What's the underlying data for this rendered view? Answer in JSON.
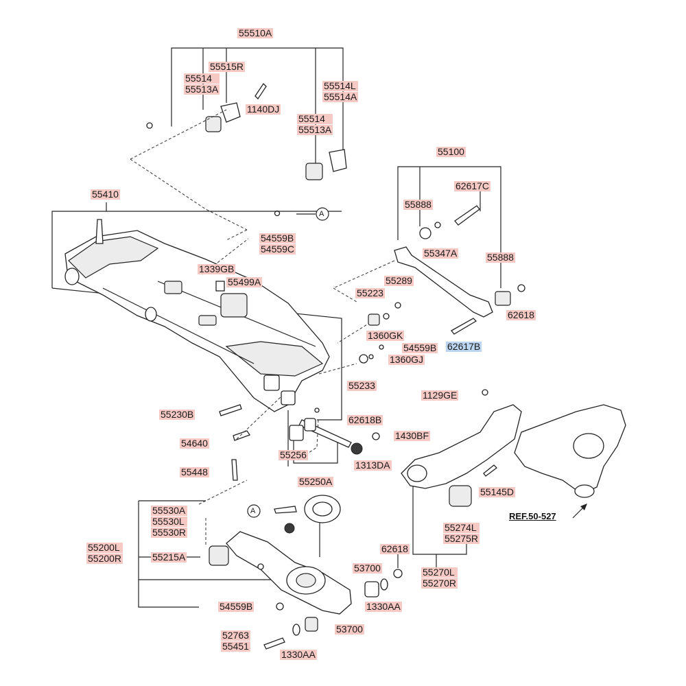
{
  "diagram": {
    "labels": {
      "p55510A": "55510A",
      "p55515R": "55515R",
      "p55514a": "55514",
      "p55513Aa": "55513A",
      "p1140DJ": "1140DJ",
      "p55514L": "55514L",
      "p55514A": "55514A",
      "p55514b": "55514",
      "p55513Ab": "55513A",
      "p55410": "55410",
      "p54559B1": "54559B",
      "p54559C": "54559C",
      "p1339GB": "1339GB",
      "p55499A": "55499A",
      "p55100": "55100",
      "p62617C": "62617C",
      "p55888a": "55888",
      "p55347A": "55347A",
      "p55888b": "55888",
      "p55289": "55289",
      "p55223": "55223",
      "p62618a": "62618",
      "p1360GK": "1360GK",
      "p62617B": "62617B",
      "p54559B2": "54559B",
      "p1360GJ": "1360GJ",
      "p55233": "55233",
      "p55230B": "55230B",
      "p62618B": "62618B",
      "p54640": "54640",
      "p1430BF": "1430BF",
      "p55256": "55256",
      "p1313DA": "1313DA",
      "p55448": "55448",
      "p55250A": "55250A",
      "p1129GE": "1129GE",
      "p55145D": "55145D",
      "p55530A": "55530A",
      "p55530L": "55530L",
      "p55530R": "55530R",
      "p55200L": "55200L",
      "p55200R": "55200R",
      "p55215A": "55215A",
      "p55274L": "55274L",
      "p55275R": "55275R",
      "pREF": "REF.50-527",
      "p62618b": "62618",
      "p53700a": "53700",
      "p55270L": "55270L",
      "p55270R": "55270R",
      "p54559B3": "54559B",
      "p1330AAa": "1330AA",
      "p52763": "52763",
      "p55451": "55451",
      "p53700b": "53700",
      "p1330AAb": "1330AA",
      "circleA1": "A",
      "circleA2": "A"
    },
    "highlight_color": "#f6c9c4",
    "selected_color": "#bcd6f2"
  }
}
